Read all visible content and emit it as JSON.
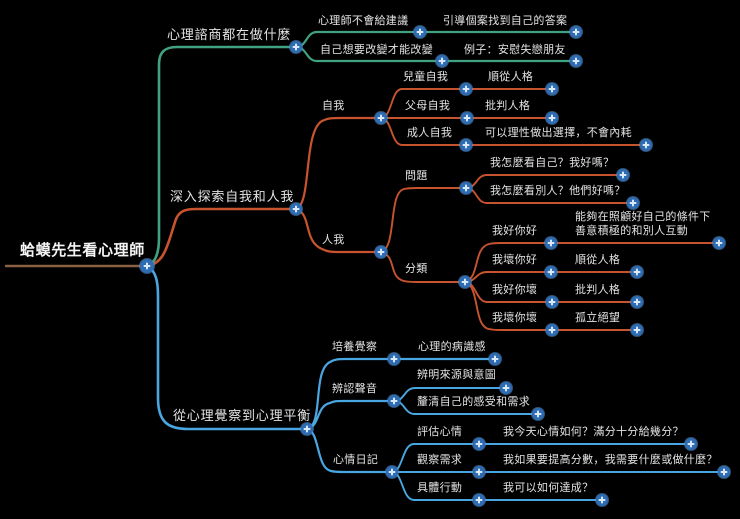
{
  "colors": {
    "background": "#000000",
    "text": "#e3e3e3",
    "green": "#41a183",
    "red": "#c8542f",
    "blue": "#4aa6e0",
    "brown": "#8a6142",
    "badge": "#2e6cb3",
    "badge_plus": "#dceaf8"
  },
  "icons": {
    "expand": "+"
  },
  "mindmap": {
    "root": {
      "label": "蛤蟆先生看心理師"
    },
    "branches": [
      {
        "label": "心理諮商都在做什麼",
        "children": [
          {
            "label": "心理師不會給建議",
            "children": [
              {
                "label": "引導個案找到自己的答案"
              }
            ]
          },
          {
            "label": "自己想要改變才能改變",
            "children": [
              {
                "label": "例子：安慰失戀朋友"
              }
            ]
          }
        ]
      },
      {
        "label": "深入探索自我和人我",
        "children": [
          {
            "label": "自我",
            "children": [
              {
                "label": "兒童自我",
                "children": [
                  {
                    "label": "順從人格"
                  }
                ]
              },
              {
                "label": "父母自我",
                "children": [
                  {
                    "label": "批判人格"
                  }
                ]
              },
              {
                "label": "成人自我",
                "children": [
                  {
                    "label": "可以理性做出選擇，不會內耗"
                  }
                ]
              }
            ]
          },
          {
            "label": "人我",
            "children": [
              {
                "label": "問題",
                "children": [
                  {
                    "label": "我怎麼看自己？我好嗎？"
                  },
                  {
                    "label": "我怎麼看別人？他們好嗎？"
                  }
                ]
              },
              {
                "label": "分類",
                "children": [
                  {
                    "label": "我好你好",
                    "children": [
                      {
                        "label": "能夠在照顧好自己的條件下善意積極的和別人互動"
                      }
                    ]
                  },
                  {
                    "label": "我壞你好",
                    "children": [
                      {
                        "label": "順從人格"
                      }
                    ]
                  },
                  {
                    "label": "我好你壞",
                    "children": [
                      {
                        "label": "批判人格"
                      }
                    ]
                  },
                  {
                    "label": "我壞你壞",
                    "children": [
                      {
                        "label": "孤立絕望"
                      }
                    ]
                  }
                ]
              }
            ]
          }
        ]
      },
      {
        "label": "從心理覺察到心理平衡",
        "children": [
          {
            "label": "培養覺察",
            "children": [
              {
                "label": "心理的病識感"
              }
            ]
          },
          {
            "label": "辨認聲音",
            "children": [
              {
                "label": "辨明來源與意圖"
              },
              {
                "label": "釐清自己的感受和需求"
              }
            ]
          },
          {
            "label": "心情日記",
            "children": [
              {
                "label": "評估心情",
                "children": [
                  {
                    "label": "我今天心情如何？滿分十分給幾分？"
                  }
                ]
              },
              {
                "label": "觀察需求",
                "children": [
                  {
                    "label": "我如果要提高分數，我需要什麼或做什麼？"
                  }
                ]
              },
              {
                "label": "具體行動",
                "children": [
                  {
                    "label": "我可以如何達成？"
                  }
                ]
              }
            ]
          }
        ]
      }
    ]
  }
}
